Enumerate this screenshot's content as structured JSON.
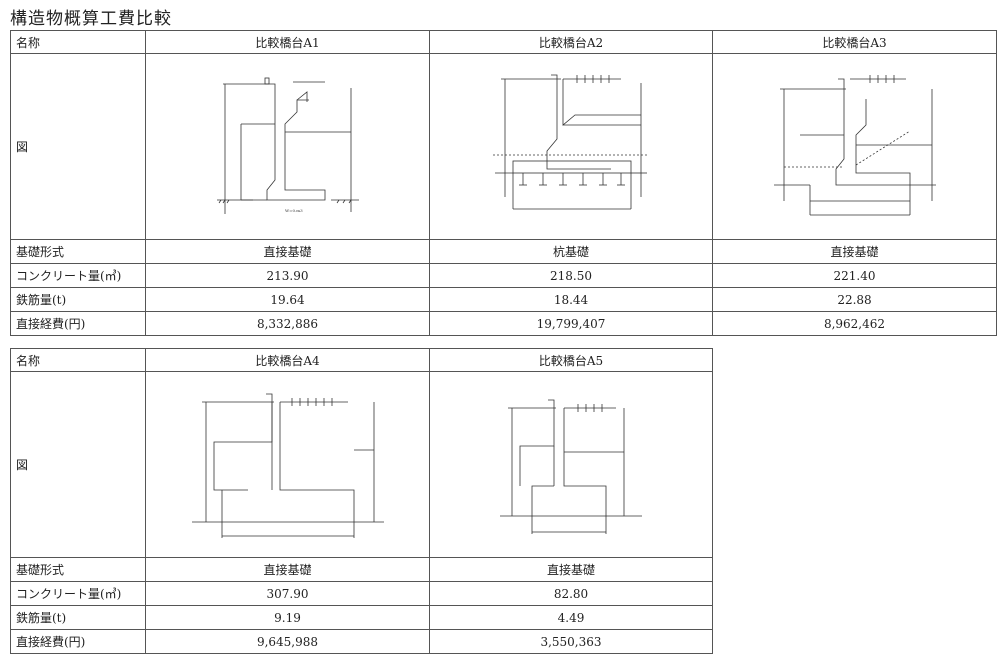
{
  "title": "構造物概算工費比較",
  "labels": {
    "name": "名称",
    "figure": "図",
    "foundation_type": "基礎形式",
    "concrete": "コンクリート量(㎥)",
    "rebar": "鉄筋量(t)",
    "direct_cost": "直接経費(円)"
  },
  "diagram_text": {
    "scale_note": "W=0.m3"
  },
  "table1": {
    "columns": [
      {
        "name": "比較橋台A1",
        "foundation": "直接基礎",
        "concrete": "213.90",
        "rebar": "19.64",
        "cost": "8,332,886"
      },
      {
        "name": "比較橋台A2",
        "foundation": "杭基礎",
        "concrete": "218.50",
        "rebar": "18.44",
        "cost": "19,799,407"
      },
      {
        "name": "比較橋台A3",
        "foundation": "直接基礎",
        "concrete": "221.40",
        "rebar": "22.88",
        "cost": "8,962,462"
      }
    ]
  },
  "table2": {
    "columns": [
      {
        "name": "比較橋台A4",
        "foundation": "直接基礎",
        "concrete": "307.90",
        "rebar": "9.19",
        "cost": "9,645,988"
      },
      {
        "name": "比較橋台A5",
        "foundation": "直接基礎",
        "concrete": "82.80",
        "rebar": "4.49",
        "cost": "3,550,363"
      }
    ]
  }
}
